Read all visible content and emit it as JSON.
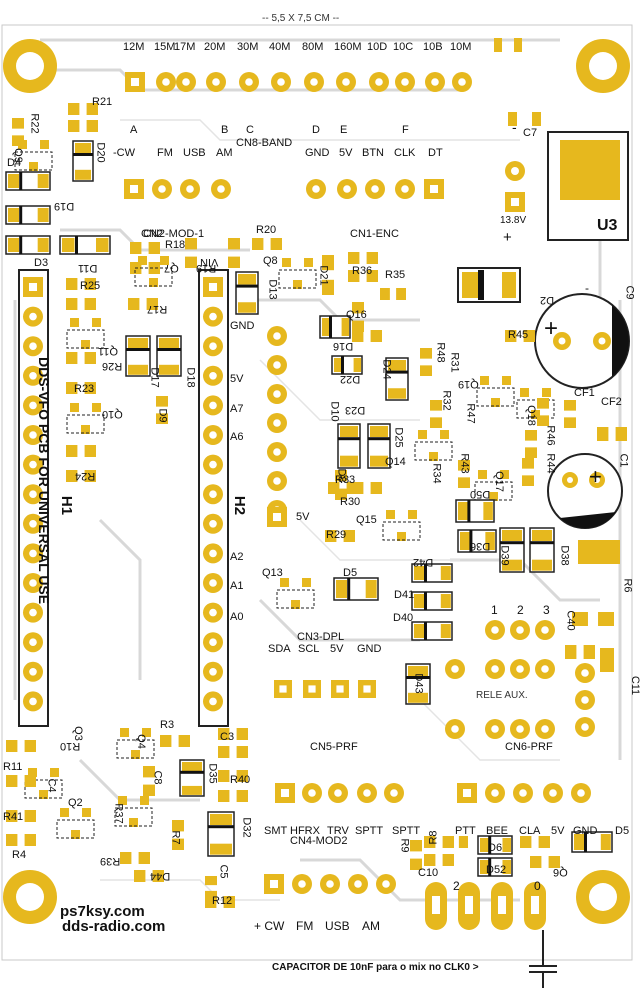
{
  "header": {
    "size_note": "-- 5,5 X 7,5 CM --"
  },
  "band_labels": [
    "12M",
    "15M",
    "17M",
    "20M",
    "30M",
    "40M",
    "80M",
    "160M",
    "10D",
    "10C",
    "10B",
    "10M"
  ],
  "mode_letters": [
    "A",
    "B",
    "C",
    "D",
    "E",
    "F"
  ],
  "mode_labels": [
    "-CW",
    "FM",
    "USB",
    "AM",
    "GND",
    "5V",
    "BTN",
    "CLK",
    "DT"
  ],
  "cn8_label": "CN8-BAND",
  "cn1_label": "CN1-ENC",
  "cn2_label": "CN2-MOD-1",
  "cn3_label": "CN3-DPL",
  "cn3_pins": [
    "SDA",
    "SCL",
    "5V",
    "GND"
  ],
  "cn4_label": "CN4-MOD2",
  "cn4_pins": [
    "SMT",
    "HFRX",
    "TRV",
    "SPTT",
    "SPTT",
    "R8",
    "PTT",
    "BEE",
    "CLA",
    "5V",
    "GND"
  ],
  "cn5_label": "CN5-PRF",
  "cn6_label": "CN6-PRF",
  "rele_label": "RELE AUX.",
  "rele_numbers": [
    "1",
    "2",
    "3"
  ],
  "h1_label": "H1",
  "h2_label": "H2",
  "h2_pins": [
    "VIN",
    "GND",
    "5V",
    "A7",
    "A6",
    "5V",
    "A2",
    "A1",
    "A0"
  ],
  "board_title": "DDS-VFO PCB FOR UNIVERSAL USE",
  "power_label": "13.8V",
  "plus_sign": "+",
  "minus_sign": "-",
  "u3_label": "U3",
  "bottom_modes": [
    "+ CW",
    "FM",
    "USB",
    "AM"
  ],
  "website1": "ps7ksy.com",
  "website2": "dds-radio.com",
  "footer_note": "CAPACITOR DE 10nF para o mix no CLK0 >",
  "clk_numbers": [
    "2",
    "0"
  ],
  "refs_left": [
    "R21",
    "R22",
    "Q9",
    "D4",
    "D20",
    "D19",
    "D3",
    "D11",
    "R25",
    "R26",
    "Q11",
    "D17",
    "D18",
    "R23",
    "Q10",
    "D9",
    "R24",
    "CN2",
    "R18",
    "Q7",
    "R17",
    "R19",
    "R20",
    "Q8",
    "D13",
    "D21",
    "R36",
    "R35",
    "Q16",
    "D16",
    "D22",
    "D24",
    "D23",
    "D10",
    "D25",
    "Q14",
    "D8",
    "R30",
    "R33",
    "R34",
    "Q15",
    "R29",
    "Q13",
    "D5",
    "D42",
    "D41",
    "D40",
    "D43"
  ],
  "refs_right": [
    "C7",
    "D2",
    "C9",
    "R45",
    "R48",
    "R31",
    "Q19",
    "R47",
    "R32",
    "Q18",
    "R46",
    "CF1",
    "CF2",
    "C1",
    "R43",
    "Q17",
    "D50",
    "R44",
    "D36",
    "D39",
    "D38",
    "R6",
    "C40",
    "C11"
  ],
  "refs_bottom": [
    "R3",
    "Q4",
    "Q3",
    "R10",
    "R11",
    "C4",
    "C8",
    "C3",
    "D35",
    "R40",
    "R41",
    "Q2",
    "R37",
    "R4",
    "R7",
    "D32",
    "R39",
    "D44",
    "C5",
    "R12",
    "R9",
    "C10",
    "D6",
    "D52",
    "Q6",
    "D5"
  ]
}
